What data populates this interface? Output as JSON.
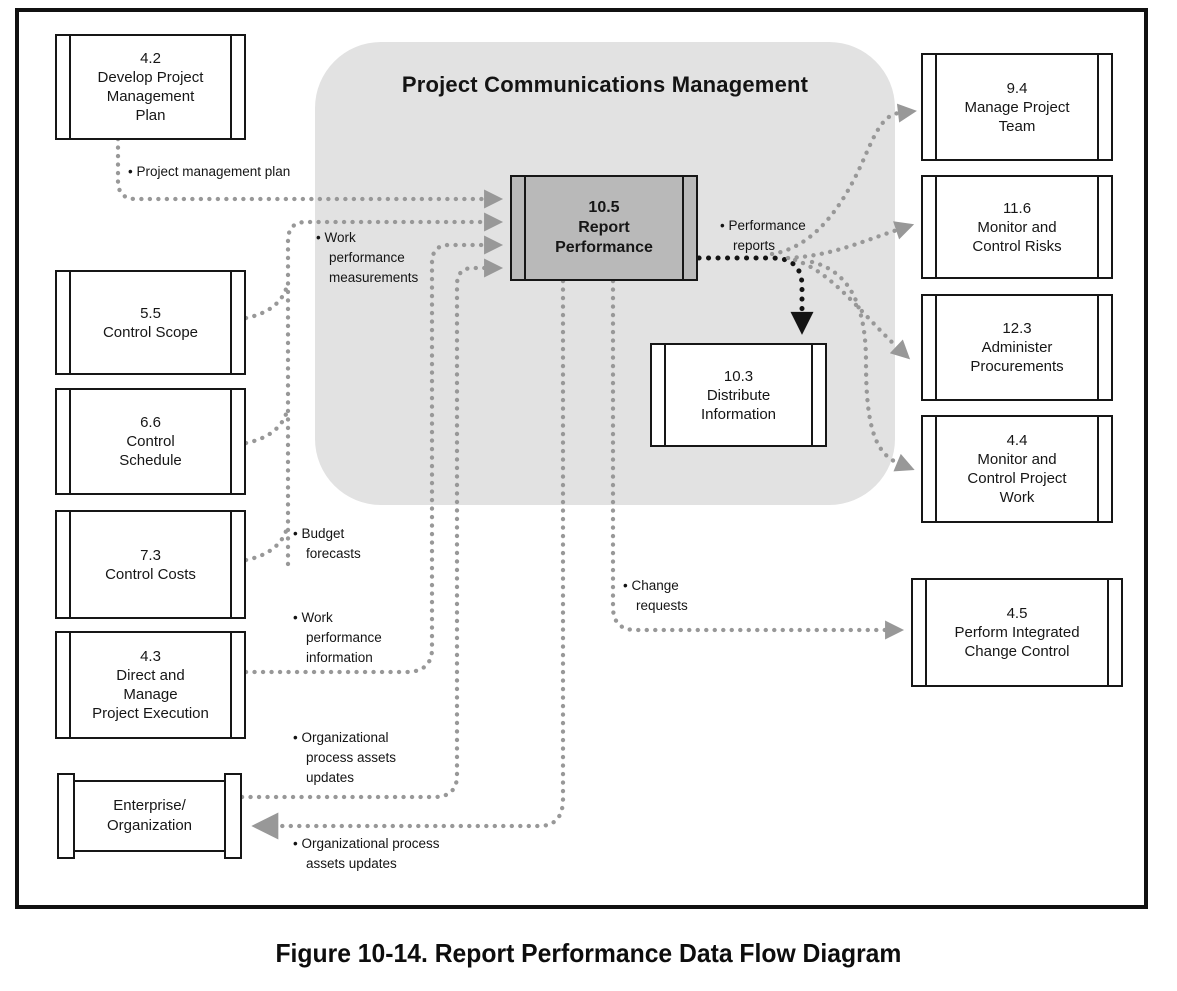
{
  "figure": {
    "caption": "Figure 10-14. Report Performance Data Flow Diagram",
    "group_title": "Project Communications Management"
  },
  "nodes": {
    "develop_pm_plan": {
      "number": "4.2",
      "name_lines": [
        "Develop Project",
        "Management",
        "Plan"
      ]
    },
    "control_scope": {
      "number": "5.5",
      "name_lines": [
        "Control Scope"
      ]
    },
    "control_schedule": {
      "number": "6.6",
      "name_lines": [
        "Control",
        "Schedule"
      ]
    },
    "control_costs": {
      "number": "7.3",
      "name_lines": [
        "Control Costs"
      ]
    },
    "direct_and_manage": {
      "number": "4.3",
      "name_lines": [
        "Direct and",
        "Manage",
        "Project Execution"
      ]
    },
    "enterprise": {
      "name_lines": [
        "Enterprise/",
        "Organization"
      ]
    },
    "report_performance": {
      "number": "10.5",
      "name_lines": [
        "Report",
        "Performance"
      ]
    },
    "distribute_information": {
      "number": "10.3",
      "name_lines": [
        "Distribute",
        "Information"
      ]
    },
    "manage_project_team": {
      "number": "9.4",
      "name_lines": [
        "Manage Project",
        "Team"
      ]
    },
    "monitor_control_risks": {
      "number": "11.6",
      "name_lines": [
        "Monitor and",
        "Control Risks"
      ]
    },
    "administer_procurements": {
      "number": "12.3",
      "name_lines": [
        "Administer",
        "Procurements"
      ]
    },
    "monitor_control_project_work": {
      "number": "4.4",
      "name_lines": [
        "Monitor and",
        "Control Project",
        "Work"
      ]
    },
    "perform_integrated_change_control": {
      "number": "4.5",
      "name_lines": [
        "Perform Integrated",
        "Change Control"
      ]
    }
  },
  "flow_labels": {
    "project_management_plan": {
      "lines": [
        "• Project management plan"
      ]
    },
    "work_performance_measurements": {
      "lines": [
        "• Work",
        "performance",
        "measurements"
      ]
    },
    "budget_forecasts": {
      "lines": [
        "• Budget",
        "forecasts"
      ]
    },
    "work_performance_information": {
      "lines": [
        "• Work",
        "performance",
        "information"
      ]
    },
    "org_process_assets_updates_in": {
      "lines": [
        "• Organizational",
        "process assets",
        "updates"
      ]
    },
    "org_process_assets_updates_out": {
      "lines": [
        "• Organizational process",
        "assets updates"
      ]
    },
    "performance_reports": {
      "lines": [
        "• Performance",
        "reports"
      ]
    },
    "change_requests": {
      "lines": [
        "• Change",
        "requests"
      ]
    }
  },
  "edges": [
    {
      "from": "4.2 Develop Project Management Plan",
      "to": "10.5 Report Performance",
      "label": "Project management plan"
    },
    {
      "from": "5.5 Control Scope",
      "to": "10.5 Report Performance",
      "label": "Work performance measurements"
    },
    {
      "from": "6.6 Control Schedule",
      "to": "10.5 Report Performance",
      "label": "Work performance measurements"
    },
    {
      "from": "7.3 Control Costs",
      "to": "10.5 Report Performance",
      "label": "Budget forecasts"
    },
    {
      "from": "4.3 Direct and Manage Project Execution",
      "to": "10.5 Report Performance",
      "label": "Work performance information"
    },
    {
      "from": "Enterprise/Organization",
      "to": "10.5 Report Performance",
      "label": "Organizational process assets updates"
    },
    {
      "from": "10.5 Report Performance",
      "to": "10.3 Distribute Information",
      "label": "Performance reports"
    },
    {
      "from": "10.5 Report Performance",
      "to": "9.4 Manage Project Team",
      "label": "Performance reports"
    },
    {
      "from": "10.5 Report Performance",
      "to": "11.6 Monitor and Control Risks",
      "label": "Performance reports"
    },
    {
      "from": "10.5 Report Performance",
      "to": "12.3 Administer Procurements",
      "label": "Performance reports"
    },
    {
      "from": "10.5 Report Performance",
      "to": "4.4 Monitor and Control Project Work",
      "label": "Performance reports"
    },
    {
      "from": "10.5 Report Performance",
      "to": "4.5 Perform Integrated Change Control",
      "label": "Change requests"
    },
    {
      "from": "10.5 Report Performance",
      "to": "Enterprise/Organization",
      "label": "Organizational process assets updates"
    }
  ],
  "colors": {
    "group_fill": "#e2e2e2",
    "central_fill": "#b9b9b9",
    "wire_gray": "#989898",
    "wire_black": "#141414",
    "border": "#161616"
  }
}
